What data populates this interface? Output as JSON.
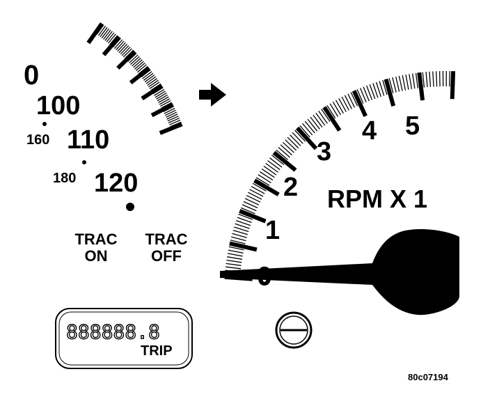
{
  "speedometer": {
    "labels": [
      "0",
      "100",
      "110",
      "120"
    ],
    "secondary_labels": [
      "160",
      "180"
    ]
  },
  "arrow_icon": "right-arrow-icon",
  "traction_labels": {
    "on": [
      "TRAC",
      "ON"
    ],
    "off": [
      "TRAC",
      "OFF"
    ]
  },
  "tachometer": {
    "labels": [
      "0",
      "1",
      "2",
      "3",
      "4",
      "5"
    ],
    "unit_label": "RPM X 1"
  },
  "odometer": {
    "digits": "888888.8",
    "trip_label": "TRIP"
  },
  "reset_knob_icon": "reset-knob-icon",
  "figure_code": "80c07194"
}
